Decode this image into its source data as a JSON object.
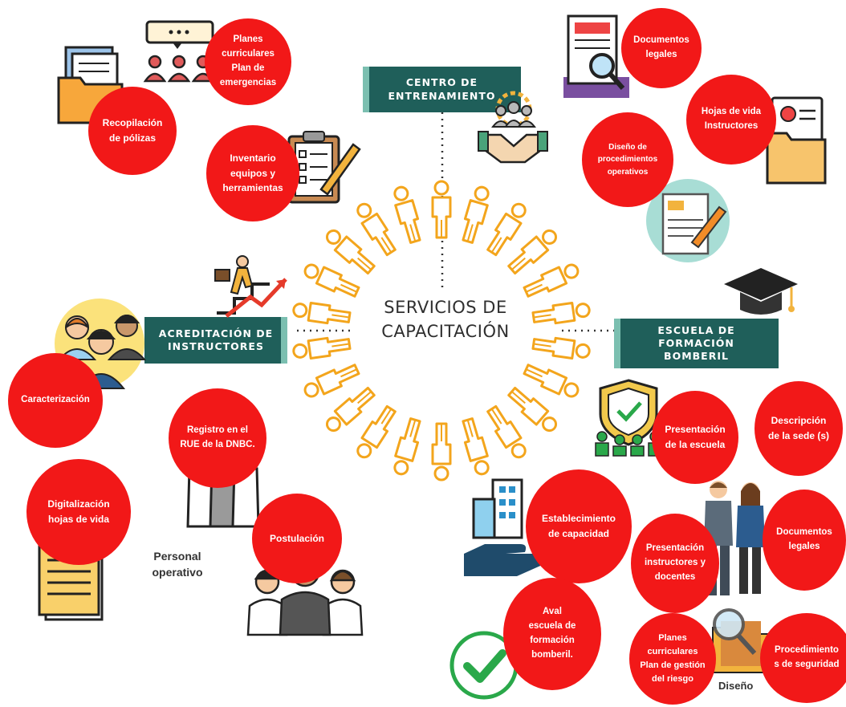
{
  "center": {
    "title": "SERVICIOS DE\nCAPACITACIÓN"
  },
  "banners": {
    "centro": "CENTRO DE\nENTRENAMIENTO",
    "acreditacion": "ACREDITACIÓN DE\nINSTRUCTORES",
    "escuela": "ESCUELA DE\nFORMACIÓN\nBOMBERIL"
  },
  "circles": {
    "planes_curriculares": "Planes\ncurriculares\nPlan de\nemergencias",
    "recopilacion": "Recopilación\nde pólizas",
    "inventario": "Inventario\nequipos y\nherramientas",
    "documentos_legales_top": "Documentos\nlegales",
    "hojas_vida": "Hojas de vida\nInstructores",
    "diseno_procedimientos": "Diseño de\nprocedimientos\noperativos",
    "caracterizacion": "Caracterización",
    "registro_rue": "Registro en el\nRUE de la DNBC.",
    "digitalizacion": "Digitalización\nhojas de vida",
    "postulacion": "Postulación",
    "presentacion_escuela": "Presentación\nde la escuela",
    "descripcion_sede": "Descripción\nde la sede (s)",
    "establecimiento": "Establecimiento\nde capacidad",
    "documentos_legales_bottom": "Documentos\nlegales",
    "presentacion_instructores": "Presentación\ninstructores y\ndocentes",
    "aval": "Aval\nescuela de\nformación\nbomberil.",
    "planes_gestion": "Planes\ncurriculares\nPlan de gestión\ndel riesgo",
    "procedimientos_seguridad": "Procedimiento\ns de seguridad"
  },
  "labels": {
    "personal": "Personal\noperativo",
    "diseno": "Diseño"
  },
  "colors": {
    "circle": "#f21818",
    "banner": "#1f5f5a",
    "figure": "#f3a51c",
    "text": "#2f2f2f"
  },
  "icons": [
    "folder-icon",
    "people-chat-icon",
    "clipboard-icon",
    "document-search-icon",
    "handshake-team-icon",
    "resume-icon",
    "form-pencil-icon",
    "success-stairs-icon",
    "graduation-cap-icon",
    "team-avatars-icon",
    "shield-check-team-icon",
    "business-people-icon",
    "building-hand-icon",
    "checkmark-icon",
    "standing-people-icon",
    "file-stack-icon",
    "crowd-icon",
    "magnifier-folder-icon"
  ]
}
